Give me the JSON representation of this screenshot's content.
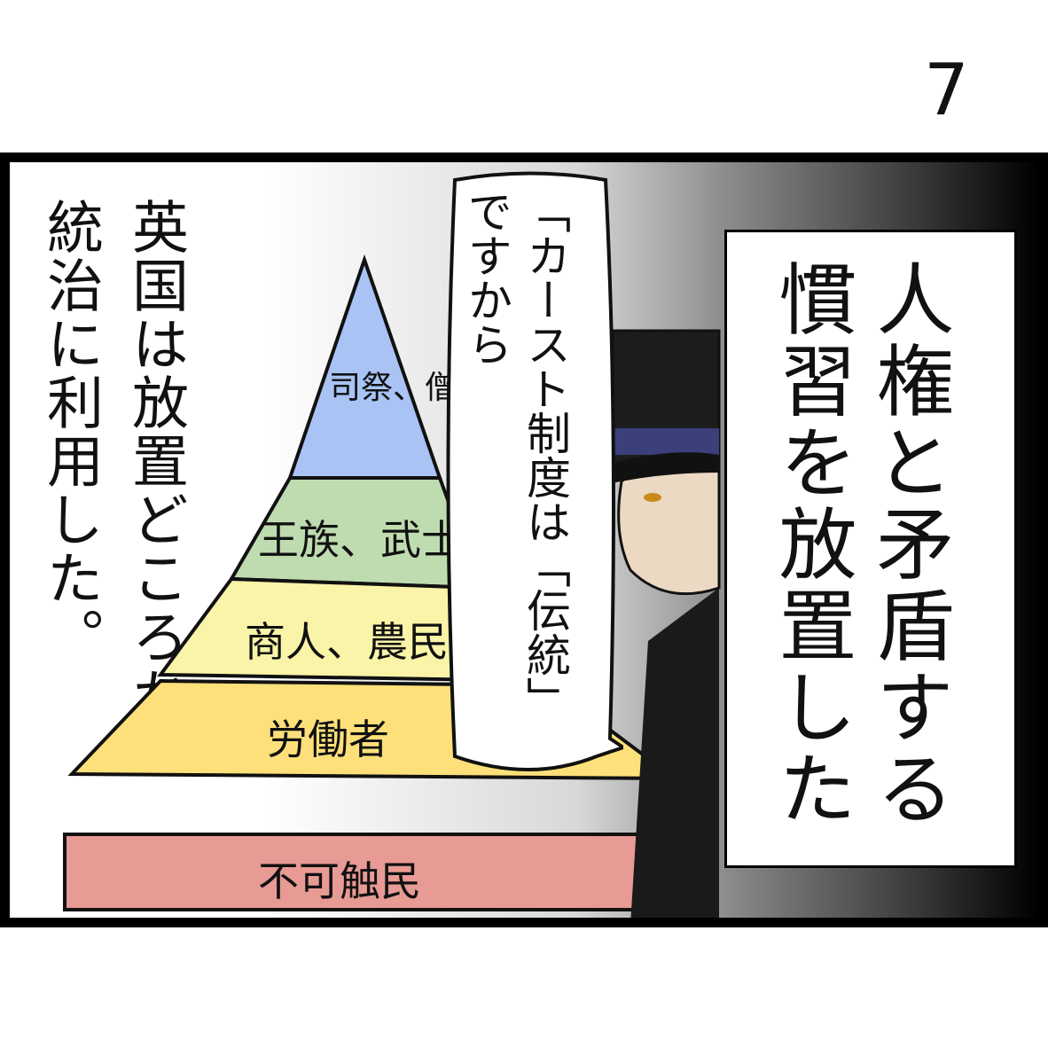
{
  "page_number": "7",
  "narration": "英国は放置どころか統治に利用した。",
  "pyramid": {
    "tiers": [
      {
        "label": "司祭、僧侶",
        "color": "#a9c3f5"
      },
      {
        "label": "王族、武士",
        "color": "#bfdcb0"
      },
      {
        "label": "商人、農民",
        "color": "#faf4a8"
      },
      {
        "label": "労働者",
        "color": "#fde07a"
      }
    ],
    "outcast": {
      "label": "不可触民",
      "color": "#e89a94"
    }
  },
  "speech": "「カースト制度は「伝統」ですから",
  "caption": "人権と矛盾する慣習を放置した"
}
